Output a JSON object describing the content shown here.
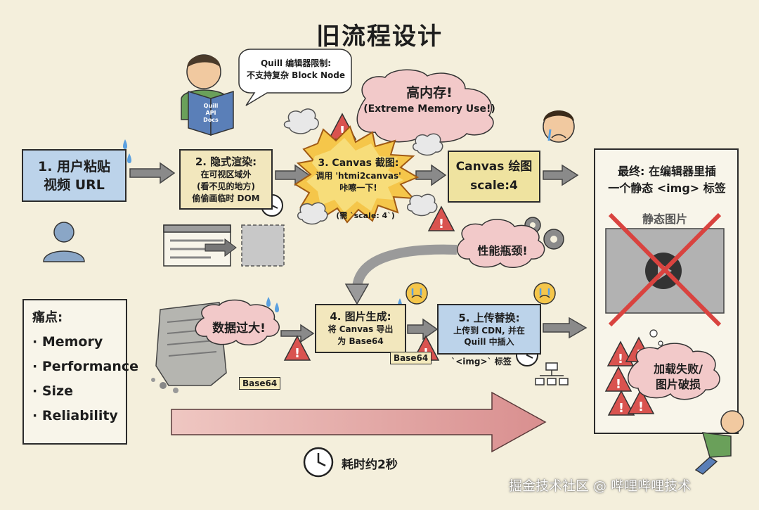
{
  "title": "旧流程设计",
  "speech_quill": {
    "line1": "Quill 编辑器限制:",
    "line2": "不支持复杂 Block Node"
  },
  "book_label": [
    "Quill",
    "API",
    "Docs"
  ],
  "memory_cloud": {
    "line1": "高内存!",
    "line2": "(Extreme Memory Use!)"
  },
  "step1": {
    "line1": "1. 用户粘贴",
    "line2": "视频 URL"
  },
  "step2": {
    "line1": "2. 隐式渲染:",
    "line2": "在可视区域外",
    "line3": "(看不见的地方)",
    "line4": "偷偷画临时 DOM"
  },
  "step3": {
    "line1": "3. Canvas 截图:",
    "line2": "调用 'htmi2canvas'",
    "line3": "咔嚓一下!",
    "note": "(需 `scale: 4`)"
  },
  "canvas_box": {
    "line1": "Canvas 绘图",
    "line2": "scale:4"
  },
  "bottleneck": "性能瓶颈!",
  "final_box": {
    "line1": "最终: 在编辑器里插",
    "line2": "一个静态 <img> 标签",
    "image_label": "静态图片"
  },
  "pain_points": {
    "heading": "痛点:",
    "items": [
      "Memory",
      "Performance",
      "Size",
      "Reliability"
    ]
  },
  "data_too_big": "数据过大!",
  "step4": {
    "line1": "4. 图片生成:",
    "line2": "将 Canvas 导出",
    "line3": "为 Base64",
    "tag": "Base64"
  },
  "base64_tag": "Base64",
  "step5": {
    "line1": "5. 上传替换:",
    "line2": "上传到 CDN, 并在",
    "line3": "Quill 中插入",
    "line4": "`<img>` 标签"
  },
  "fail_cloud": {
    "line1": "加载失败/",
    "line2": "图片破损"
  },
  "time_label": "耗时约2秒",
  "watermark": "掘金技术社区 @ 哔哩哔哩技术",
  "colors": {
    "background": "#f4efdc",
    "blue_box": "#bcd3ea",
    "arrow_red": "#d98f8f",
    "red_x": "#d9433f",
    "warning": "#d9534f"
  }
}
